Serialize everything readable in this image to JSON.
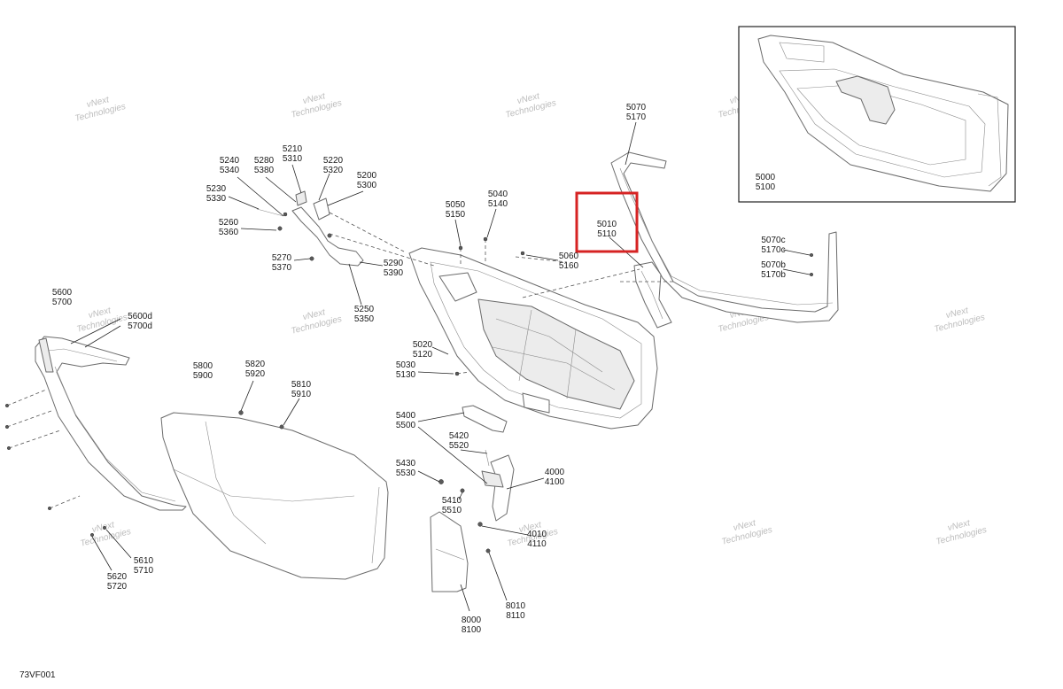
{
  "watermark": {
    "line1": "vNext",
    "line2": "Technologies",
    "small": "vNext Technologies"
  },
  "highlight_color": "#d62323",
  "figure_code": "73VF001",
  "callouts": {
    "c5000": [
      "5000",
      "5100"
    ],
    "c5010": [
      "5010",
      "5110"
    ],
    "c5020": [
      "5020",
      "5120"
    ],
    "c5030": [
      "5030",
      "5130"
    ],
    "c5040": [
      "5040",
      "5140"
    ],
    "c5050": [
      "5050",
      "5150"
    ],
    "c5060": [
      "5060",
      "5160"
    ],
    "c5070": [
      "5070",
      "5170"
    ],
    "c5070b": [
      "5070b",
      "5170b"
    ],
    "c5070c": [
      "5070c",
      "5170c"
    ],
    "c5200": [
      "5200",
      "5300"
    ],
    "c5210": [
      "5210",
      "5310"
    ],
    "c5220": [
      "5220",
      "5320"
    ],
    "c5230": [
      "5230",
      "5330"
    ],
    "c5240": [
      "5240",
      "5340"
    ],
    "c5250": [
      "5250",
      "5350"
    ],
    "c5260": [
      "5260",
      "5360"
    ],
    "c5270": [
      "5270",
      "5370"
    ],
    "c5280": [
      "5280",
      "5380"
    ],
    "c5290": [
      "5290",
      "5390"
    ],
    "c5400": [
      "5400",
      "5500"
    ],
    "c5410": [
      "5410",
      "5510"
    ],
    "c5420": [
      "5420",
      "5520"
    ],
    "c5430": [
      "5430",
      "5530"
    ],
    "c5600": [
      "5600",
      "5700"
    ],
    "c5600d": [
      "5600d",
      "5700d"
    ],
    "c5610": [
      "5610",
      "5710"
    ],
    "c5620": [
      "5620",
      "5720"
    ],
    "c5800": [
      "5800",
      "5900"
    ],
    "c5810": [
      "5810",
      "5910"
    ],
    "c5820": [
      "5820",
      "5920"
    ],
    "c4000": [
      "4000",
      "4100"
    ],
    "c4010": [
      "4010",
      "4110"
    ],
    "c8000": [
      "8000",
      "8100"
    ],
    "c8010": [
      "8010",
      "8110"
    ]
  }
}
